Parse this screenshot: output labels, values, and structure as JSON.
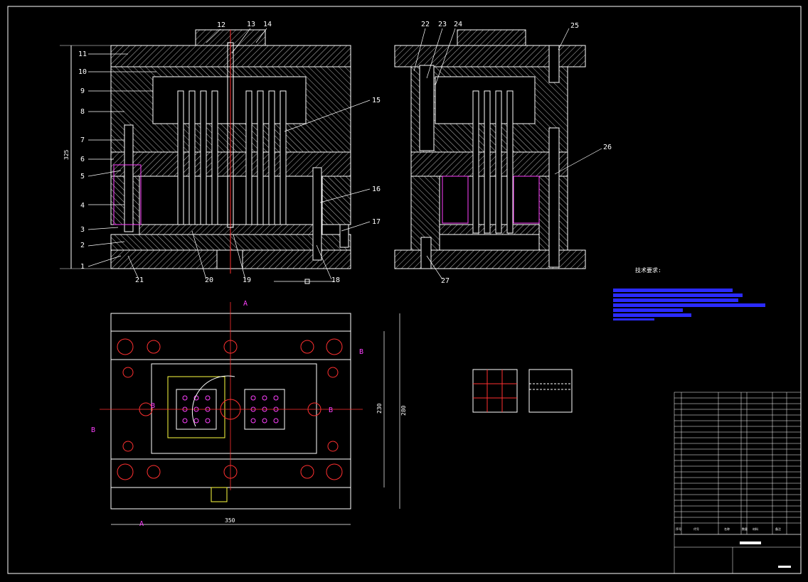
{
  "colors": {
    "background": "#000000",
    "lines": "#ffffff",
    "hatch": "#bdbdbd",
    "dimension": "#ffffff",
    "center_lines": "#ff3030",
    "hidden_lines": "#ff3030",
    "magenta": "#ff40ff",
    "yellow": "#ffff40",
    "notes_highlight": "#2b2bff"
  },
  "front_view": {
    "labels": [
      "1",
      "2",
      "3",
      "4",
      "5",
      "6",
      "7",
      "8",
      "9",
      "10",
      "11",
      "12",
      "13",
      "14",
      "15",
      "16",
      "17",
      "18",
      "19",
      "20",
      "21"
    ],
    "height_dim": "325"
  },
  "side_view": {
    "labels": [
      "22",
      "23",
      "24",
      "25",
      "26",
      "27"
    ]
  },
  "plan_view": {
    "width_dim": "350",
    "height_dim": "280",
    "inner_height_dim": "230",
    "section_marks": [
      "A",
      "A",
      "B",
      "B",
      "B",
      "B"
    ]
  },
  "notes": {
    "title": "技术要求:"
  },
  "title_block": {
    "header": [
      "序号",
      "代号",
      "名称",
      "数量",
      "材料",
      "备注"
    ]
  }
}
